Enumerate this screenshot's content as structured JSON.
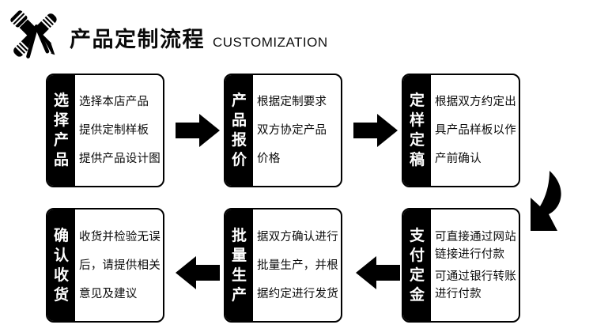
{
  "header": {
    "title": "产品定制流程",
    "subtitle": "CUSTOMIZATION",
    "logo_icon": "pen-and-compass-icon"
  },
  "colors": {
    "accent": "#000000",
    "background": "#ffffff",
    "box_border": "#000000",
    "label_background": "#000000",
    "label_text": "#ffffff",
    "body_text": "#0a0a0a"
  },
  "icons": {
    "forward": "right-arrow-icon",
    "backward": "left-arrow-icon",
    "turn": "curve-down-left-arrow-icon"
  },
  "flow": {
    "rows": [
      {
        "direction": "right",
        "steps": [
          {
            "label": "选择产品",
            "lines": [
              "选择本店产品",
              "提供定制样板",
              "提供产品设计图"
            ]
          },
          {
            "label": "产品报价",
            "lines": [
              "根据定制要求",
              "双方协定产品",
              "价格"
            ]
          },
          {
            "label": "定样定稿",
            "lines": [
              "根据双方约定出",
              "具产品样板以作",
              "产前确认"
            ]
          }
        ]
      },
      {
        "direction": "left",
        "steps": [
          {
            "label": "确认收货",
            "lines": [
              "收货并检验无误",
              "后，请提供相关",
              "意见及建议"
            ]
          },
          {
            "label": "批量生产",
            "lines": [
              "据双方确认进行",
              "批量生产，并根",
              "据约定进行发货"
            ]
          },
          {
            "label": "支付定金",
            "lines": [
              "可直接通过网站",
              "链接进行付款",
              "可通过银行转账",
              "进行付款"
            ]
          }
        ]
      }
    ]
  }
}
